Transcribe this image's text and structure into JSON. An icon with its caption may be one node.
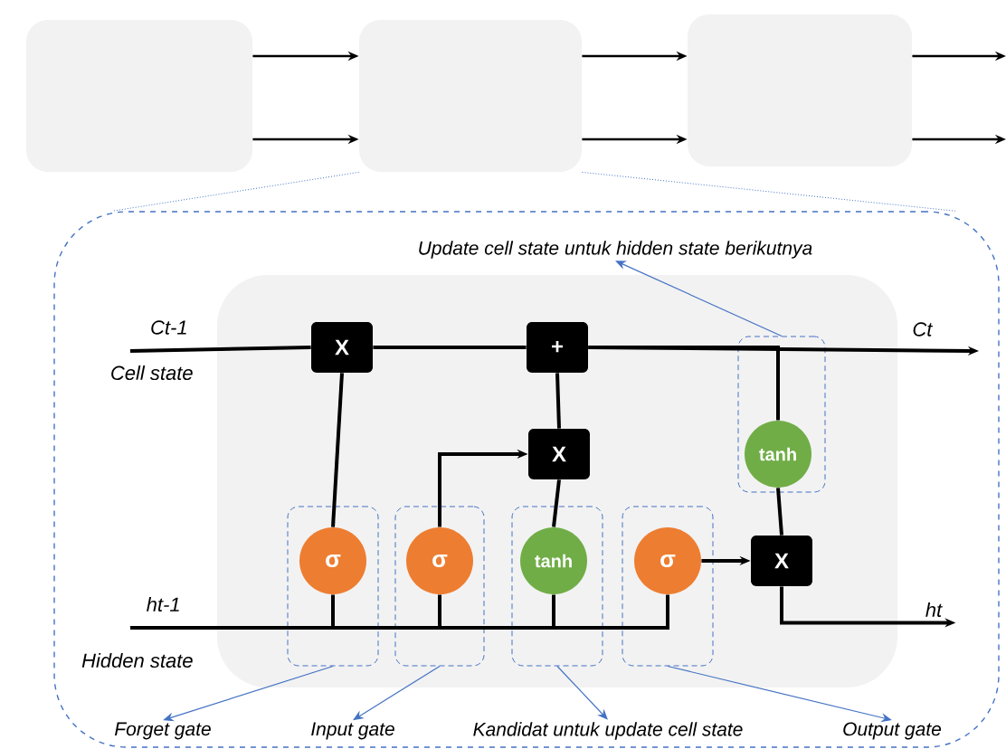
{
  "diagram": {
    "nodes": [
      {
        "text": [],
        "shape": "box"
      },
      {
        "text": [],
        "shape": "box"
      },
      {
        "text": [],
        "shape": "box"
      },
      {
        "text": [],
        "shape": "box"
      },
      {
        "text": [],
        "shape": "box",
        "in": 3
      },
      {
        "text": [
          "X"
        ],
        "in": 4
      },
      {
        "text": [
          "+"
        ],
        "in": 4
      },
      {
        "text": [],
        "shape": "box",
        "in": 4
      },
      {
        "text": [
          "tanh"
        ],
        "in": 7
      },
      {
        "text": [
          "X"
        ],
        "in": 4
      },
      {
        "text": [],
        "shape": "box",
        "in": 4
      },
      {
        "text": [
          "σ"
        ],
        "in": 10
      },
      {
        "text": [],
        "shape": "box",
        "in": 4
      },
      {
        "text": [
          "σ"
        ],
        "in": 12
      },
      {
        "text": [],
        "shape": "box",
        "in": 4
      },
      {
        "text": [
          "tanh"
        ],
        "in": 14
      },
      {
        "text": [],
        "shape": "box",
        "in": 4
      },
      {
        "text": [
          "σ"
        ],
        "in": 16
      },
      {
        "text": [
          "X"
        ],
        "in": 4
      },
      {
        "text": [
          "Update cell state untuk hidden state berikutnya"
        ],
        "in": 3
      },
      {
        "text": [
          "Forget gate"
        ],
        "in": 3
      },
      {
        "text": [
          "Input gate"
        ],
        "in": 3
      },
      {
        "text": [
          "Kandidat untuk update cell state"
        ],
        "in": 3
      },
      {
        "text": [
          "Output gate"
        ],
        "in": 3
      },
      {
        "text": [
          "ht"
        ],
        "in": 3
      }
    ],
    "edges": [
      {
        "from": 0,
        "to": 1,
        "arrow": "to"
      },
      {
        "from": 0,
        "to": 1,
        "arrow": "to"
      },
      {
        "from": 1,
        "to": 2,
        "arrow": "to"
      },
      {
        "from": 1,
        "to": 2,
        "arrow": "to"
      },
      {
        "from": 2,
        "to": null,
        "arrow": "to"
      },
      {
        "from": 2,
        "to": null,
        "arrow": "to"
      },
      {
        "from": 1,
        "to": 3,
        "arrow": "none",
        "style": "dashed",
        "color": "#4472c4"
      },
      {
        "from": 1,
        "to": 3,
        "arrow": "none",
        "style": "dashed",
        "color": "#4472c4"
      },
      {
        "from": null,
        "to": 5,
        "arrow": "none"
      },
      {
        "from": 5,
        "to": 6,
        "arrow": "none"
      },
      {
        "from": 6,
        "to": null,
        "arrow": "to"
      },
      {
        "from": 6,
        "to": 8,
        "arrow": "none"
      },
      {
        "from": 8,
        "to": 18,
        "arrow": "none"
      },
      {
        "from": 18,
        "to": 24,
        "arrow": "to"
      },
      {
        "from": null,
        "to": 11,
        "arrow": "none"
      },
      {
        "from": null,
        "to": 13,
        "arrow": "none"
      },
      {
        "from": null,
        "to": 15,
        "arrow": "none"
      },
      {
        "from": null,
        "to": 17,
        "arrow": "none"
      },
      {
        "from": 11,
        "to": 5,
        "arrow": "none"
      },
      {
        "from": 13,
        "to": 9,
        "arrow": "to"
      },
      {
        "from": 15,
        "to": 9,
        "arrow": "none"
      },
      {
        "from": 9,
        "to": 6,
        "arrow": "none"
      },
      {
        "from": 17,
        "to": 18,
        "arrow": "to"
      },
      {
        "from": 7,
        "to": 19,
        "arrow": "to",
        "color": "#4472c4"
      },
      {
        "from": 10,
        "to": 20,
        "arrow": "to",
        "color": "#4472c4"
      },
      {
        "from": 12,
        "to": 21,
        "arrow": "to",
        "color": "#4472c4"
      },
      {
        "from": 14,
        "to": 22,
        "arrow": "to",
        "color": "#4472c4"
      },
      {
        "from": 16,
        "to": 23,
        "arrow": "to",
        "color": "#4472c4"
      }
    ],
    "labels": [
      "Ct-1",
      "Ct",
      "Cell state",
      "ht-1",
      "Hidden state"
    ]
  }
}
